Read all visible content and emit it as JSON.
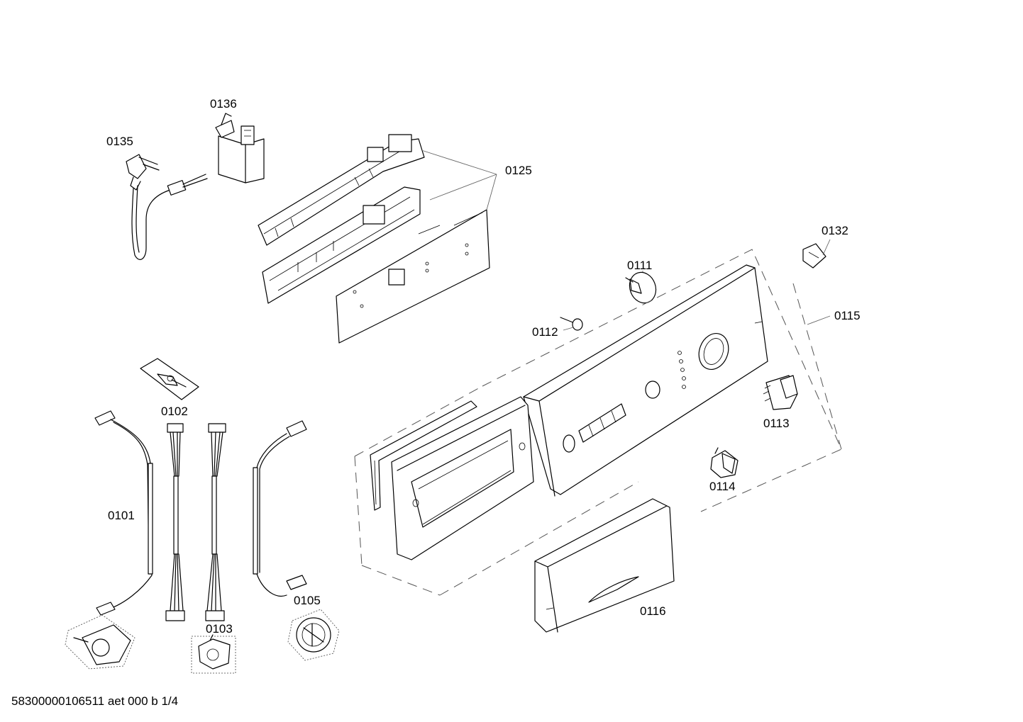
{
  "parts": {
    "p0135": "0135",
    "p0136": "0136",
    "p0125": "0125",
    "p0132": "0132",
    "p0111": "0111",
    "p0115": "0115",
    "p0112": "0112",
    "p0113": "0113",
    "p0114": "0114",
    "p0102": "0102",
    "p0101": "0101",
    "p0103": "0103",
    "p0105": "0105",
    "p0116": "0116"
  },
  "footer": {
    "drawing_id": "58300000106511 aet 000 b 1/4"
  }
}
